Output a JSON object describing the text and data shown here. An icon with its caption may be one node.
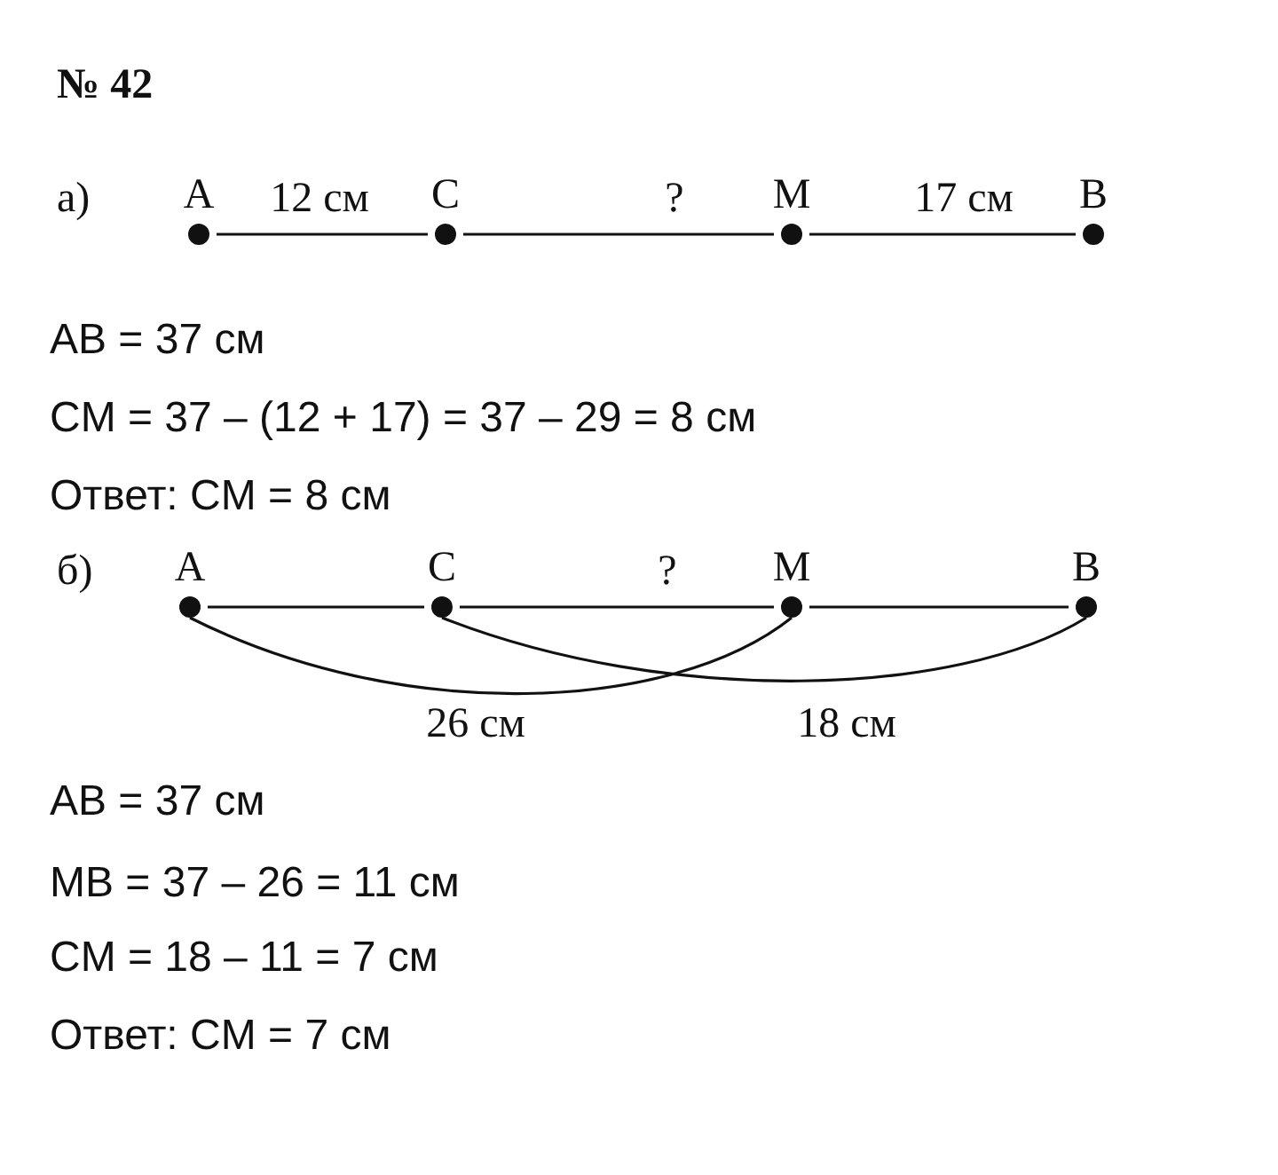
{
  "diagram": {
    "nodes": [
      {
        "text": [
          "A"
        ]
      },
      {
        "text": [
          "C"
        ]
      },
      {
        "text": [
          "M"
        ]
      },
      {
        "text": [
          "B"
        ]
      },
      {
        "text": [
          "A"
        ]
      },
      {
        "text": [
          "C"
        ]
      },
      {
        "text": [
          "M"
        ]
      },
      {
        "text": [
          "B"
        ]
      }
    ],
    "edges": [
      {
        "from": 0,
        "to": 1,
        "arrow": "none",
        "label": "12 см"
      },
      {
        "from": 1,
        "to": 2,
        "arrow": "none",
        "label": "?"
      },
      {
        "from": 2,
        "to": 3,
        "arrow": "none",
        "label": "17 см"
      },
      {
        "from": 4,
        "to": 5,
        "arrow": "none"
      },
      {
        "from": 5,
        "to": 6,
        "arrow": "none",
        "label": "?"
      },
      {
        "from": 6,
        "to": 7,
        "arrow": "none"
      },
      {
        "from": 4,
        "to": 6,
        "arrow": "none",
        "label": "26 см"
      },
      {
        "from": 5,
        "to": 7,
        "arrow": "none",
        "label": "18 см"
      }
    ],
    "labels": [
      "№ 42",
      "а)",
      "AB = 37 см",
      "CM = 37 – (12 + 17) = 37 – 29 = 8 см",
      "Ответ: CM = 8 см",
      "б)",
      "AB = 37 см",
      "MB = 37 – 26 = 11 см",
      "CM = 18 – 11 = 7 см",
      "Ответ: CM = 7 см"
    ]
  }
}
